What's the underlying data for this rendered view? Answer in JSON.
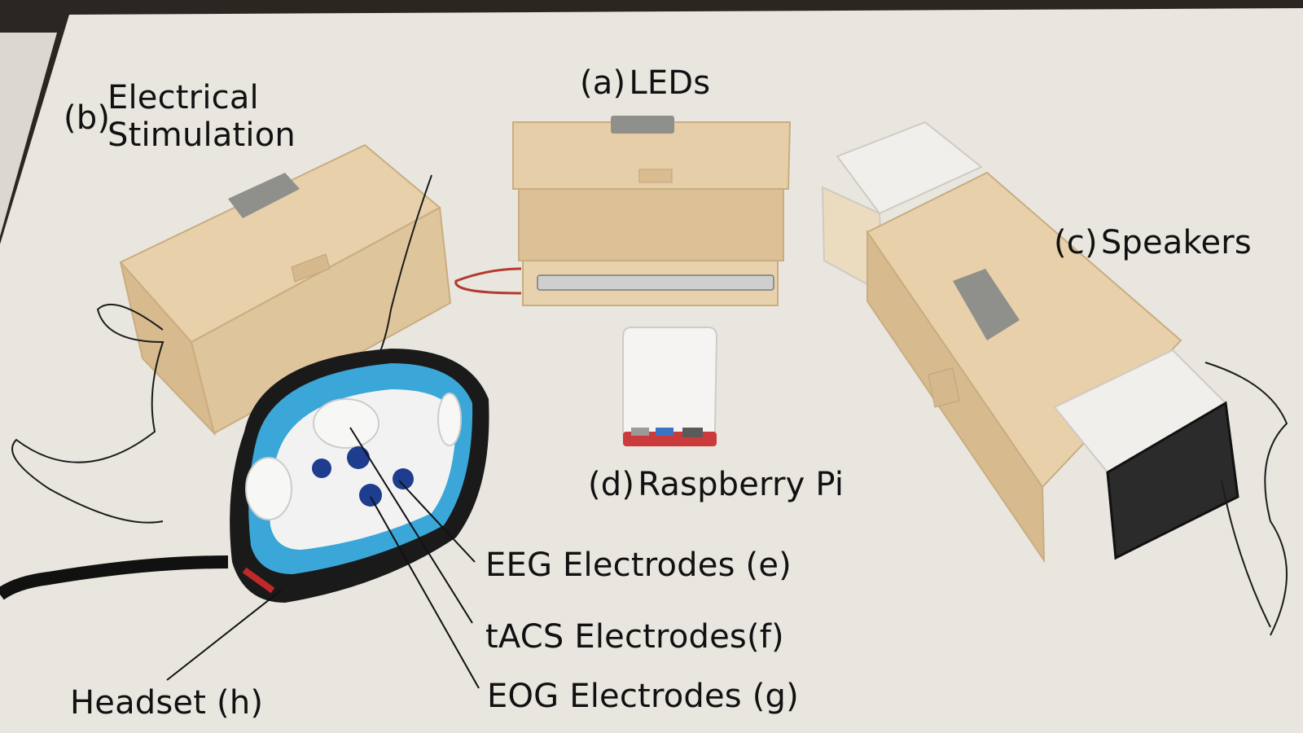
{
  "labels": {
    "leds": {
      "tag": "(a)",
      "text": "LEDs"
    },
    "electrical": {
      "tag": "(b)",
      "line1": "Electrical",
      "line2": "Stimulation"
    },
    "speakers": {
      "tag": "(c)",
      "text": "Speakers"
    },
    "raspberry": {
      "tag": "(d)",
      "text": "Raspberry Pi"
    },
    "eeg": {
      "text": "EEG Electrodes",
      "tag": "(e)"
    },
    "tacs": {
      "text": "tACS Electrodes",
      "tag": "(f)"
    },
    "eog": {
      "text": "EOG Electrodes",
      "tag": "(g)"
    },
    "headset": {
      "text": "Headset",
      "tag": "(h)"
    }
  },
  "colors": {
    "table": "#e9e6e0",
    "wood": "#e6cfa8",
    "wood_dark": "#cfb287",
    "hinge": "#8f8f8c",
    "headset_blue": "#3aa7d8",
    "headset_black": "#1a1a1a",
    "pi_white": "#f5f4f2",
    "pi_red": "#cc3b3b"
  }
}
